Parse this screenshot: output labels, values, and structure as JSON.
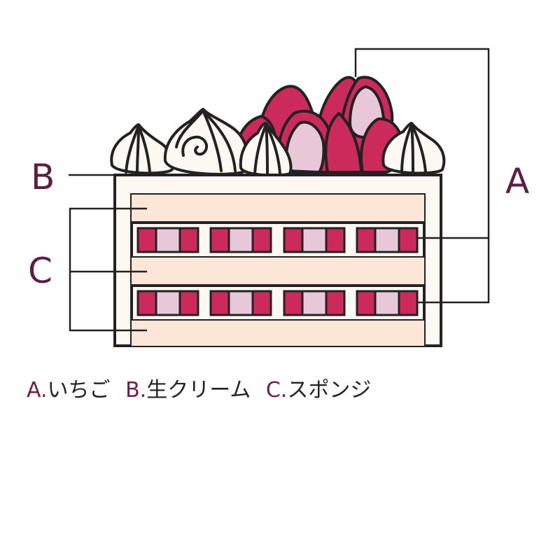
{
  "callouts": {
    "a_letter": "A",
    "b_letter": "B",
    "c_letter": "C"
  },
  "legend": {
    "a_key": "A.",
    "a_text": "いちご",
    "b_key": "B.",
    "b_text": "生クリーム",
    "c_key": "C.",
    "c_text": "スポンジ"
  },
  "colors": {
    "outline": "#222222",
    "label": "#5a1f42",
    "legend_key": "#6b1f4c",
    "strawberry_red": "#cc2a5a",
    "strawberry_pink": "#e8c8d8",
    "sponge": "#fbe6d8",
    "cream": "#fdf8f2"
  }
}
